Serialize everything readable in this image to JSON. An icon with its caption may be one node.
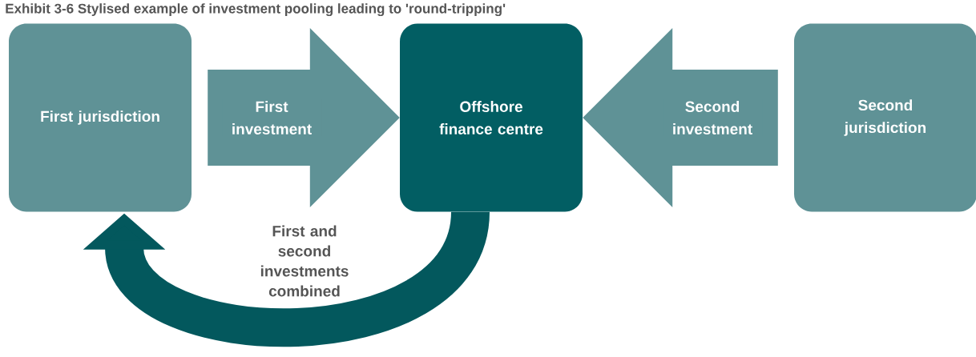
{
  "diagram": {
    "title": "Exhibit 3-6 Stylised example of investment pooling leading to 'round-tripping'",
    "nodes": [
      {
        "text": [
          "First jurisdiction"
        ]
      },
      {
        "text": [
          "Offshore finance centre"
        ]
      },
      {
        "text": [
          "Second jurisdiction"
        ]
      }
    ],
    "edges": [
      {
        "from": 0,
        "to": 1,
        "arrow": "to",
        "label": "First investment"
      },
      {
        "from": 2,
        "to": 1,
        "arrow": "to",
        "label": "Second investment"
      },
      {
        "from": 1,
        "to": 0,
        "arrow": "to",
        "label": "First and second investments combined",
        "color": "#03585d"
      }
    ]
  }
}
